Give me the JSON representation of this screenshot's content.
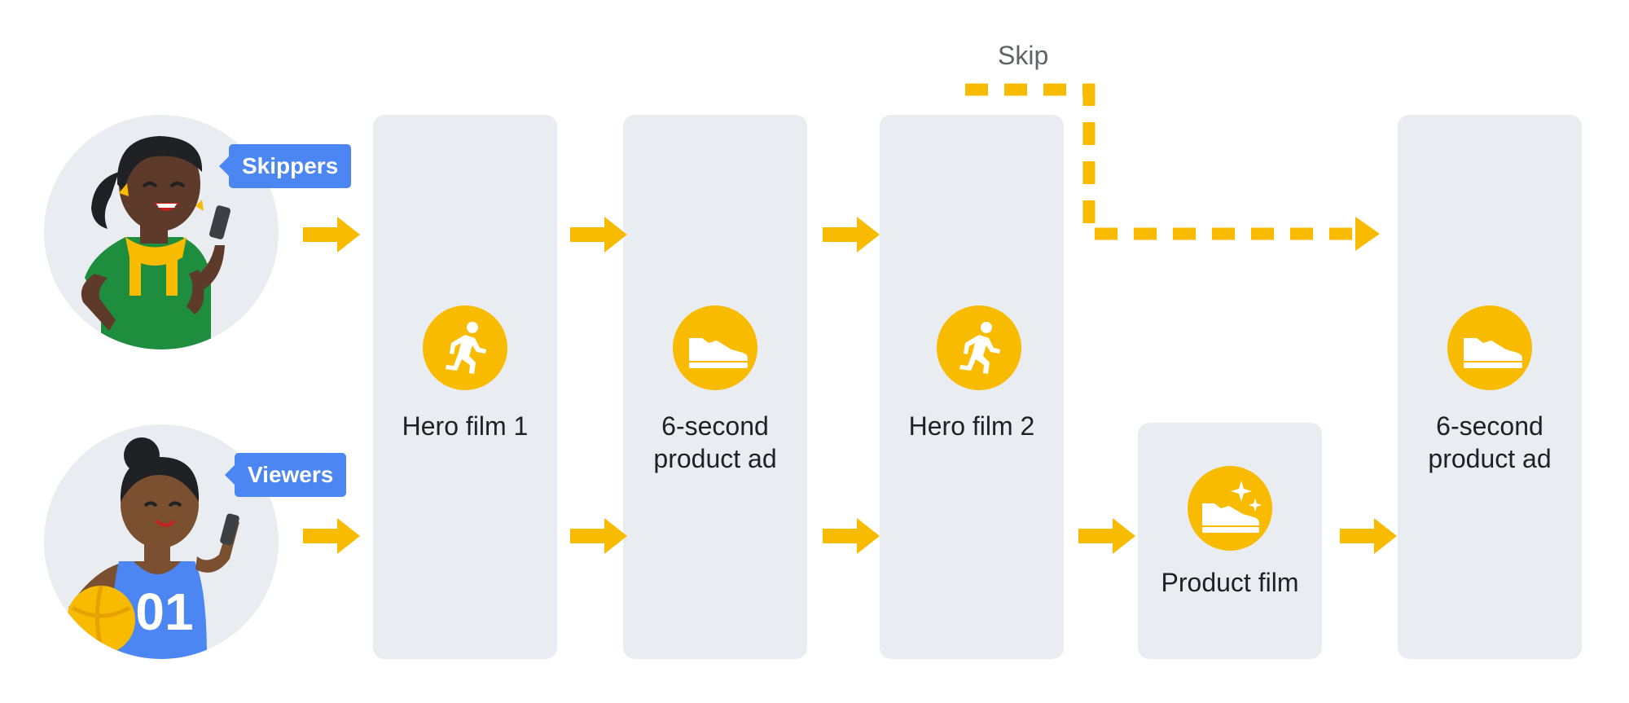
{
  "audiences": [
    {
      "label": "Skippers",
      "jersey": ""
    },
    {
      "label": "Viewers",
      "jersey": "01"
    }
  ],
  "cards": [
    {
      "label": "Hero film 1",
      "icon": "runner-icon"
    },
    {
      "label": "6-second\nproduct ad",
      "icon": "sneaker-icon"
    },
    {
      "label": "Hero film 2",
      "icon": "runner-icon"
    },
    {
      "label": "Product film",
      "icon": "sparkle-sneaker-icon"
    },
    {
      "label": "6-second\nproduct ad",
      "icon": "sneaker-icon"
    }
  ],
  "skip_label": "Skip",
  "colors": {
    "accent": "#f9bb00",
    "card": "#e9ecf0",
    "badge": "#4c86f2",
    "text": "#202124"
  }
}
